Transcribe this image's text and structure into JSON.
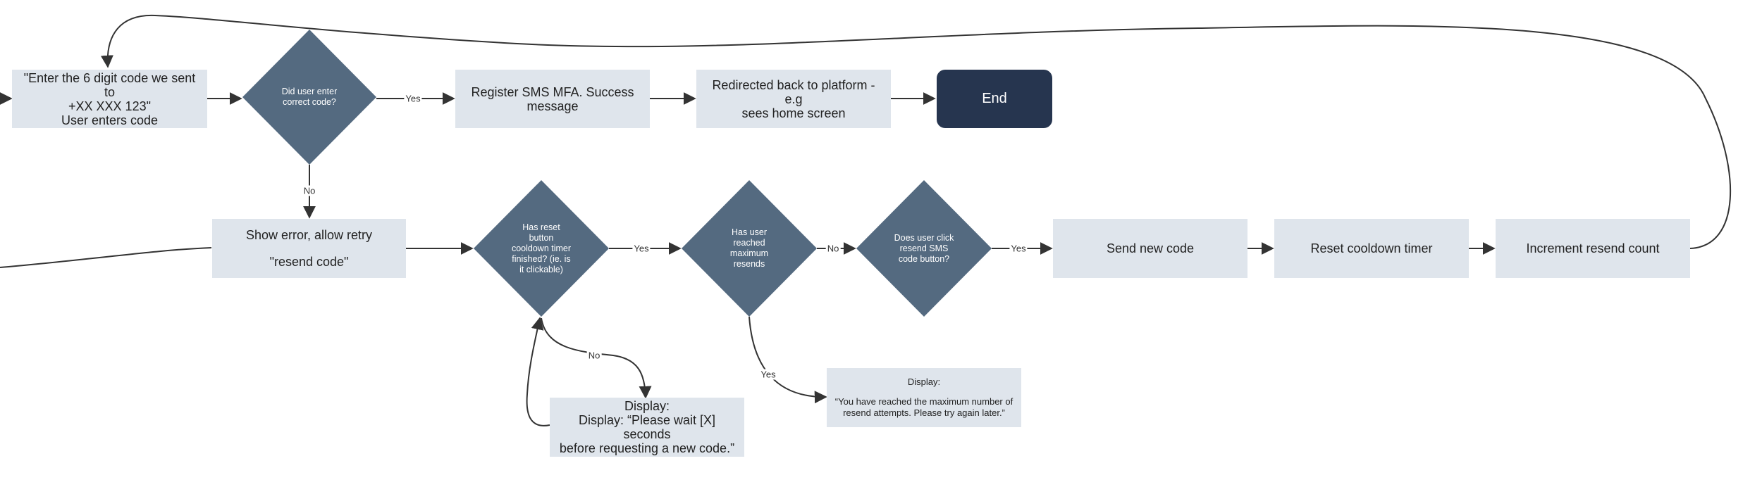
{
  "colors": {
    "process_fill": "#dfe5ec",
    "decision_fill": "#546a80",
    "end_fill": "#26354f",
    "edge": "#333333"
  },
  "nodes": {
    "enter_code": {
      "line1": "\"Enter the 6 digit code we sent to\n+XX XXX 123\"",
      "line2": "User enters code"
    },
    "correct_code": "Did user enter\ncorrect code?",
    "register": "Register SMS MFA. Success\nmessage",
    "redirected": "Redirected back to platform - e.g\nsees home screen",
    "end": "End",
    "show_error": {
      "line1": "Show error, allow retry",
      "line2": "\"resend code\""
    },
    "cooldown_finished": "Has reset\nbutton\ncooldown timer\nfinished? (ie. is\nit clickable)",
    "max_resends": "Has user\nreached\nmaximum\nresends",
    "click_resend": "Does user click\nresend SMS\ncode button?",
    "send_new_code": "Send new code",
    "reset_timer": "Reset cooldown timer",
    "increment_count": "Increment resend count",
    "display_wait": {
      "line1": "Display:",
      "line2": "Display: “Please wait [X] seconds\nbefore requesting a new code.”"
    },
    "display_max": {
      "line1": "Display:",
      "line2": "“You have reached the maximum number of\nresend attempts. Please try again later.”"
    }
  },
  "edge_labels": {
    "correct_yes": "Yes",
    "correct_no": "No",
    "cooldown_yes": "Yes",
    "cooldown_no": "No",
    "max_no": "No",
    "max_yes": "Yes",
    "click_yes": "Yes"
  }
}
